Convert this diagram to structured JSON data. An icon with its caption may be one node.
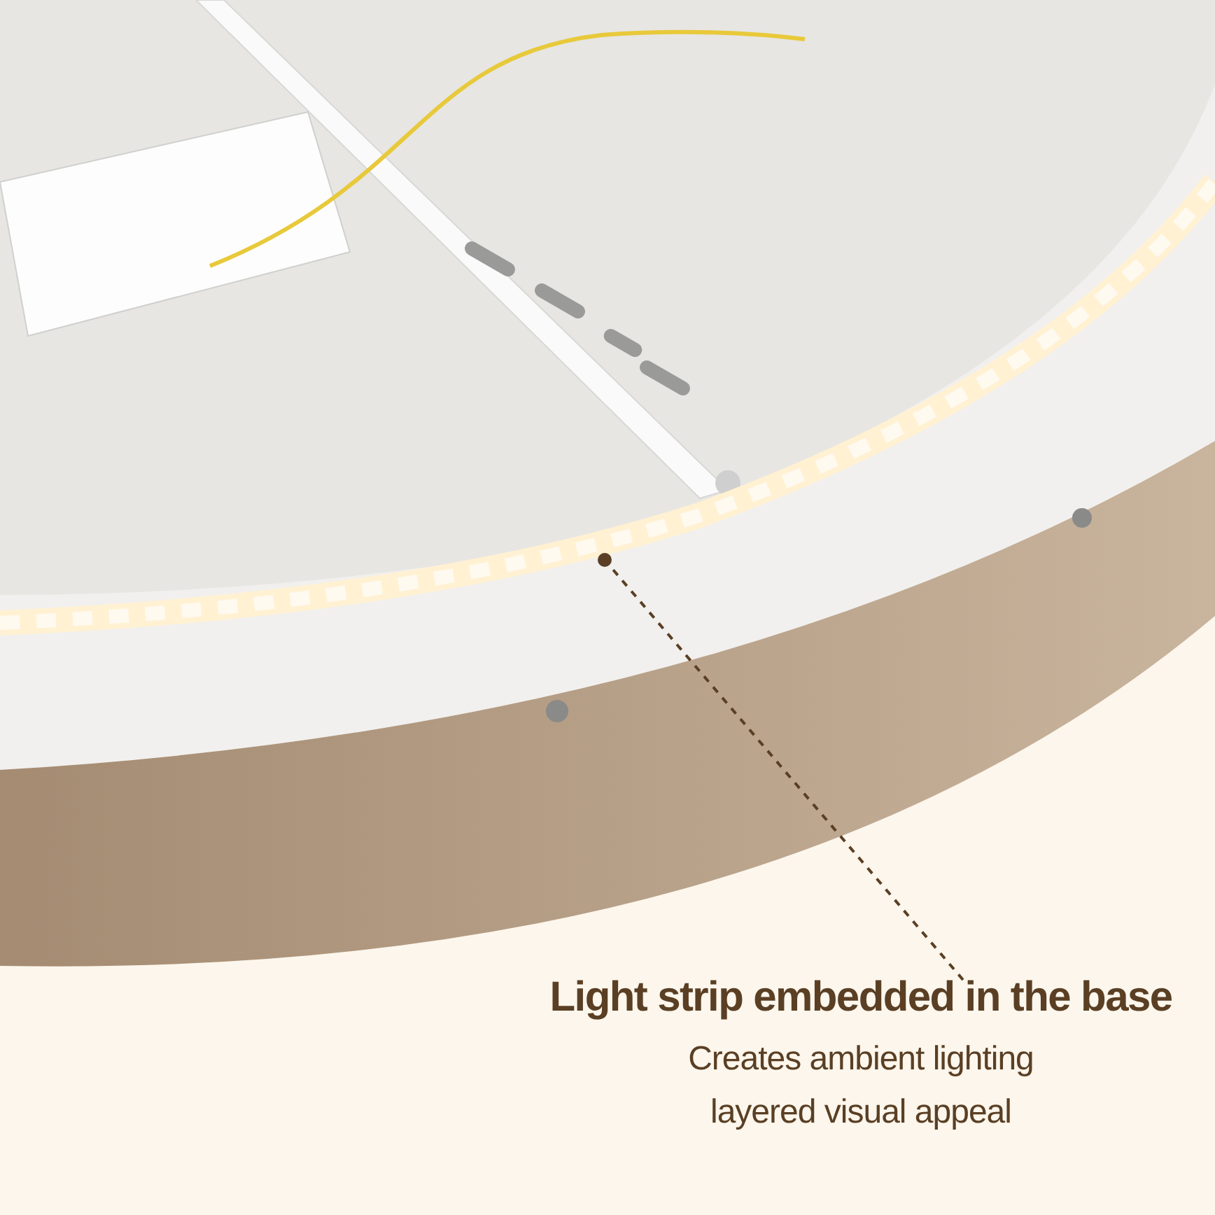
{
  "diagram": {
    "nodes": [
      {
        "text": [
          "Light strip embedded in the base",
          "Creates ambient lighting layered visual appeal"
        ]
      },
      {
        "text": [],
        "shape": "bar"
      }
    ],
    "edges": [
      {
        "from": 0,
        "to": 1,
        "arrow": "other",
        "style": "dashed"
      }
    ]
  }
}
